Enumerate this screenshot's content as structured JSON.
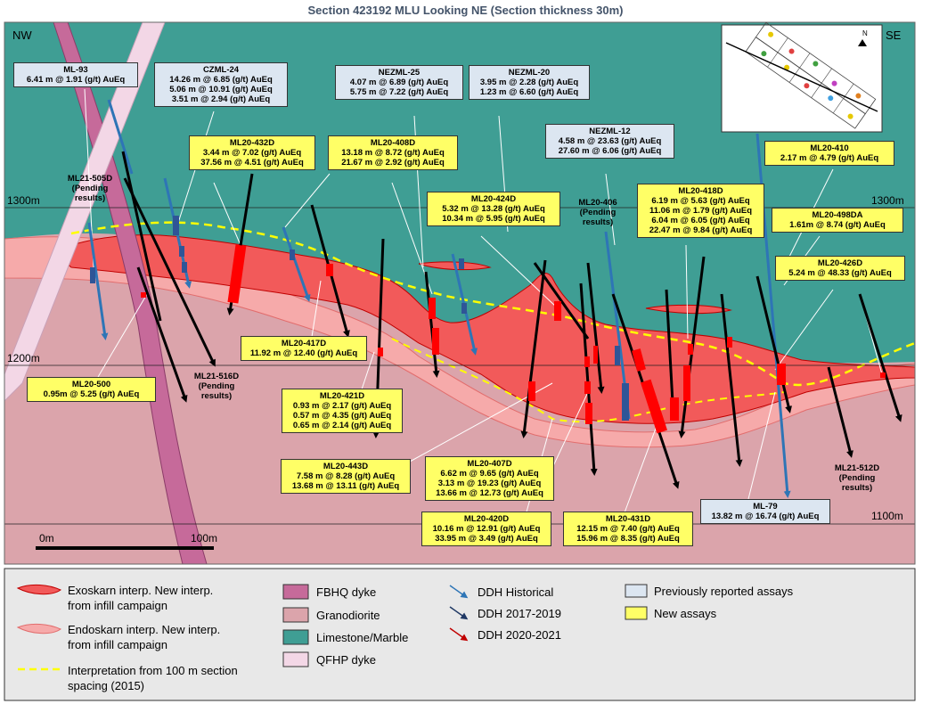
{
  "title": "Section 423192 MLU Looking NE (Section thickness 30m)",
  "orientation": {
    "left": "NW",
    "right": "SE"
  },
  "elevations": {
    "e1300": "1300m",
    "e1200": "1200m",
    "e1100": "1100m",
    "e1300r": "1300m"
  },
  "scale": {
    "start": "0m",
    "end": "100m"
  },
  "inset": {
    "north": "N"
  },
  "boxes": {
    "ml93": {
      "title": "ML-93",
      "lines": [
        "6.41 m @ 1.91 (g/t) AuEq"
      ]
    },
    "czml24": {
      "title": "CZML-24",
      "lines": [
        "14.26 m @ 6.85 (g/t) AuEq",
        "5.06 m @ 10.91 (g/t) AuEq",
        "3.51 m @ 2.94 (g/t) AuEq"
      ]
    },
    "nezml25": {
      "title": "NEZML-25",
      "lines": [
        "4.07 m @ 6.89 (g/t) AuEq",
        "5.75 m @ 7.22 (g/t) AuEq"
      ]
    },
    "nezml20": {
      "title": "NEZML-20",
      "lines": [
        "3.95 m @ 2.28 (g/t) AuEq",
        "1.23 m @ 6.60 (g/t) AuEq"
      ]
    },
    "nezml12": {
      "title": "NEZML-12",
      "lines": [
        "4.58 m @ 23.63 (g/t) AuEq",
        "27.60 m @ 6.06 (g/t) AuEq"
      ]
    },
    "ml20432d": {
      "title": "ML20-432D",
      "lines": [
        "3.44 m @ 7.02 (g/t) AuEq",
        "37.56 m @ 4.51 (g/t) AuEq"
      ]
    },
    "ml20408d": {
      "title": "ML20-408D",
      "lines": [
        "13.18 m @ 8.72 (g/t) AuEq",
        "21.67 m @ 2.92 (g/t) AuEq"
      ]
    },
    "ml20424d": {
      "title": "ML20-424D",
      "lines": [
        "5.32 m @ 13.28 (g/t) AuEq",
        "10.34 m @ 5.95 (g/t) AuEq"
      ]
    },
    "ml20418d": {
      "title": "ML20-418D",
      "lines": [
        "6.19 m @ 5.63 (g/t) AuEq",
        "11.06 m @ 1.79 (g/t) AuEq",
        "6.04 m @ 6.05 (g/t) AuEq",
        "22.47 m @ 9.84 (g/t) AuEq"
      ]
    },
    "ml20410": {
      "title": "ML20-410",
      "lines": [
        "2.17 m @ 4.79 (g/t) AuEq"
      ]
    },
    "ml20498da": {
      "title": "ML20-498DA",
      "lines": [
        "1.61m @ 8.74 (g/t) AuEq"
      ]
    },
    "ml20426d": {
      "title": "ML20-426D",
      "lines": [
        "5.24 m @ 48.33 (g/t) AuEq"
      ]
    },
    "ml20417d": {
      "title": "ML20-417D",
      "lines": [
        "11.92 m @ 12.40 (g/t) AuEq"
      ]
    },
    "ml20500": {
      "title": "ML20-500",
      "lines": [
        "0.95m @ 5.25 (g/t) AuEq"
      ]
    },
    "ml20421d": {
      "title": "ML20-421D",
      "lines": [
        "0.93 m @ 2.17 (g/t) AuEq",
        "0.57 m @ 4.35 (g/t) AuEq",
        "0.65 m @ 2.14 (g/t) AuEq"
      ]
    },
    "ml20443d": {
      "title": "ML20-443D",
      "lines": [
        "7.58 m @ 8.28 (g/t) AuEq",
        "13.68 m @ 13.11 (g/t) AuEq"
      ]
    },
    "ml20407d": {
      "title": "ML20-407D",
      "lines": [
        "6.62 m @ 9.65 (g/t) AuEq",
        "3.13 m @ 19.23 (g/t) AuEq",
        "13.66 m @ 12.73 (g/t) AuEq"
      ]
    },
    "ml20420d": {
      "title": "ML20-420D",
      "lines": [
        "10.16 m @ 12.91 (g/t) AuEq",
        "33.95 m @ 3.49 (g/t) AuEq"
      ]
    },
    "ml20431d": {
      "title": "ML20-431D",
      "lines": [
        "12.15 m @ 7.40 (g/t) AuEq",
        "15.96 m @ 8.35 (g/t) AuEq"
      ]
    },
    "ml79": {
      "title": "ML-79",
      "lines": [
        "13.82 m @ 16.74 (g/t) AuEq"
      ]
    }
  },
  "pending": {
    "ml21505d": {
      "name": "ML21-505D",
      "note": "(Pending",
      "note2": "results)"
    },
    "ml21516d": {
      "name": "ML21-516D",
      "note": "(Pending",
      "note2": "results)"
    },
    "ml20406": {
      "name": "ML20-406",
      "note": "(Pending",
      "note2": "results)"
    },
    "ml21512d": {
      "name": "ML21-512D",
      "note": "(Pending",
      "note2": "results)"
    }
  },
  "legend": {
    "exoskarn": "Exoskarn interp. New interp. from infill campaign",
    "endoskarn": "Endoskarn interp. New interp. from infill campaign",
    "interp2015": "Interpretation from 100 m section spacing (2015)",
    "fbhq": "FBHQ dyke",
    "granodiorite": "Granodiorite",
    "limestone": "Limestone/Marble",
    "qfhp": "QFHP dyke",
    "ddh_hist": "DDH  Historical",
    "ddh_1719": "DDH  2017-2019",
    "ddh_2021": "DDH  2020-2021",
    "prev": "Previously reported assays",
    "new": "New assays"
  },
  "colors": {
    "limestone": "#3f9e94",
    "granodiorite": "#dba4ab",
    "exoskarn": "#f25a5a",
    "endoskarn": "#f6aaaa",
    "fbhq": "#c66a9a",
    "qfhp": "#f3d7e6",
    "new_assay": "#ffff66",
    "prev_assay": "#dce6f1",
    "ddh_historical": "#2e75b6",
    "ddh_2017_2019": "#1f3864",
    "ddh_2020_2021": "#c00000",
    "interp_line": "#ffff00"
  }
}
